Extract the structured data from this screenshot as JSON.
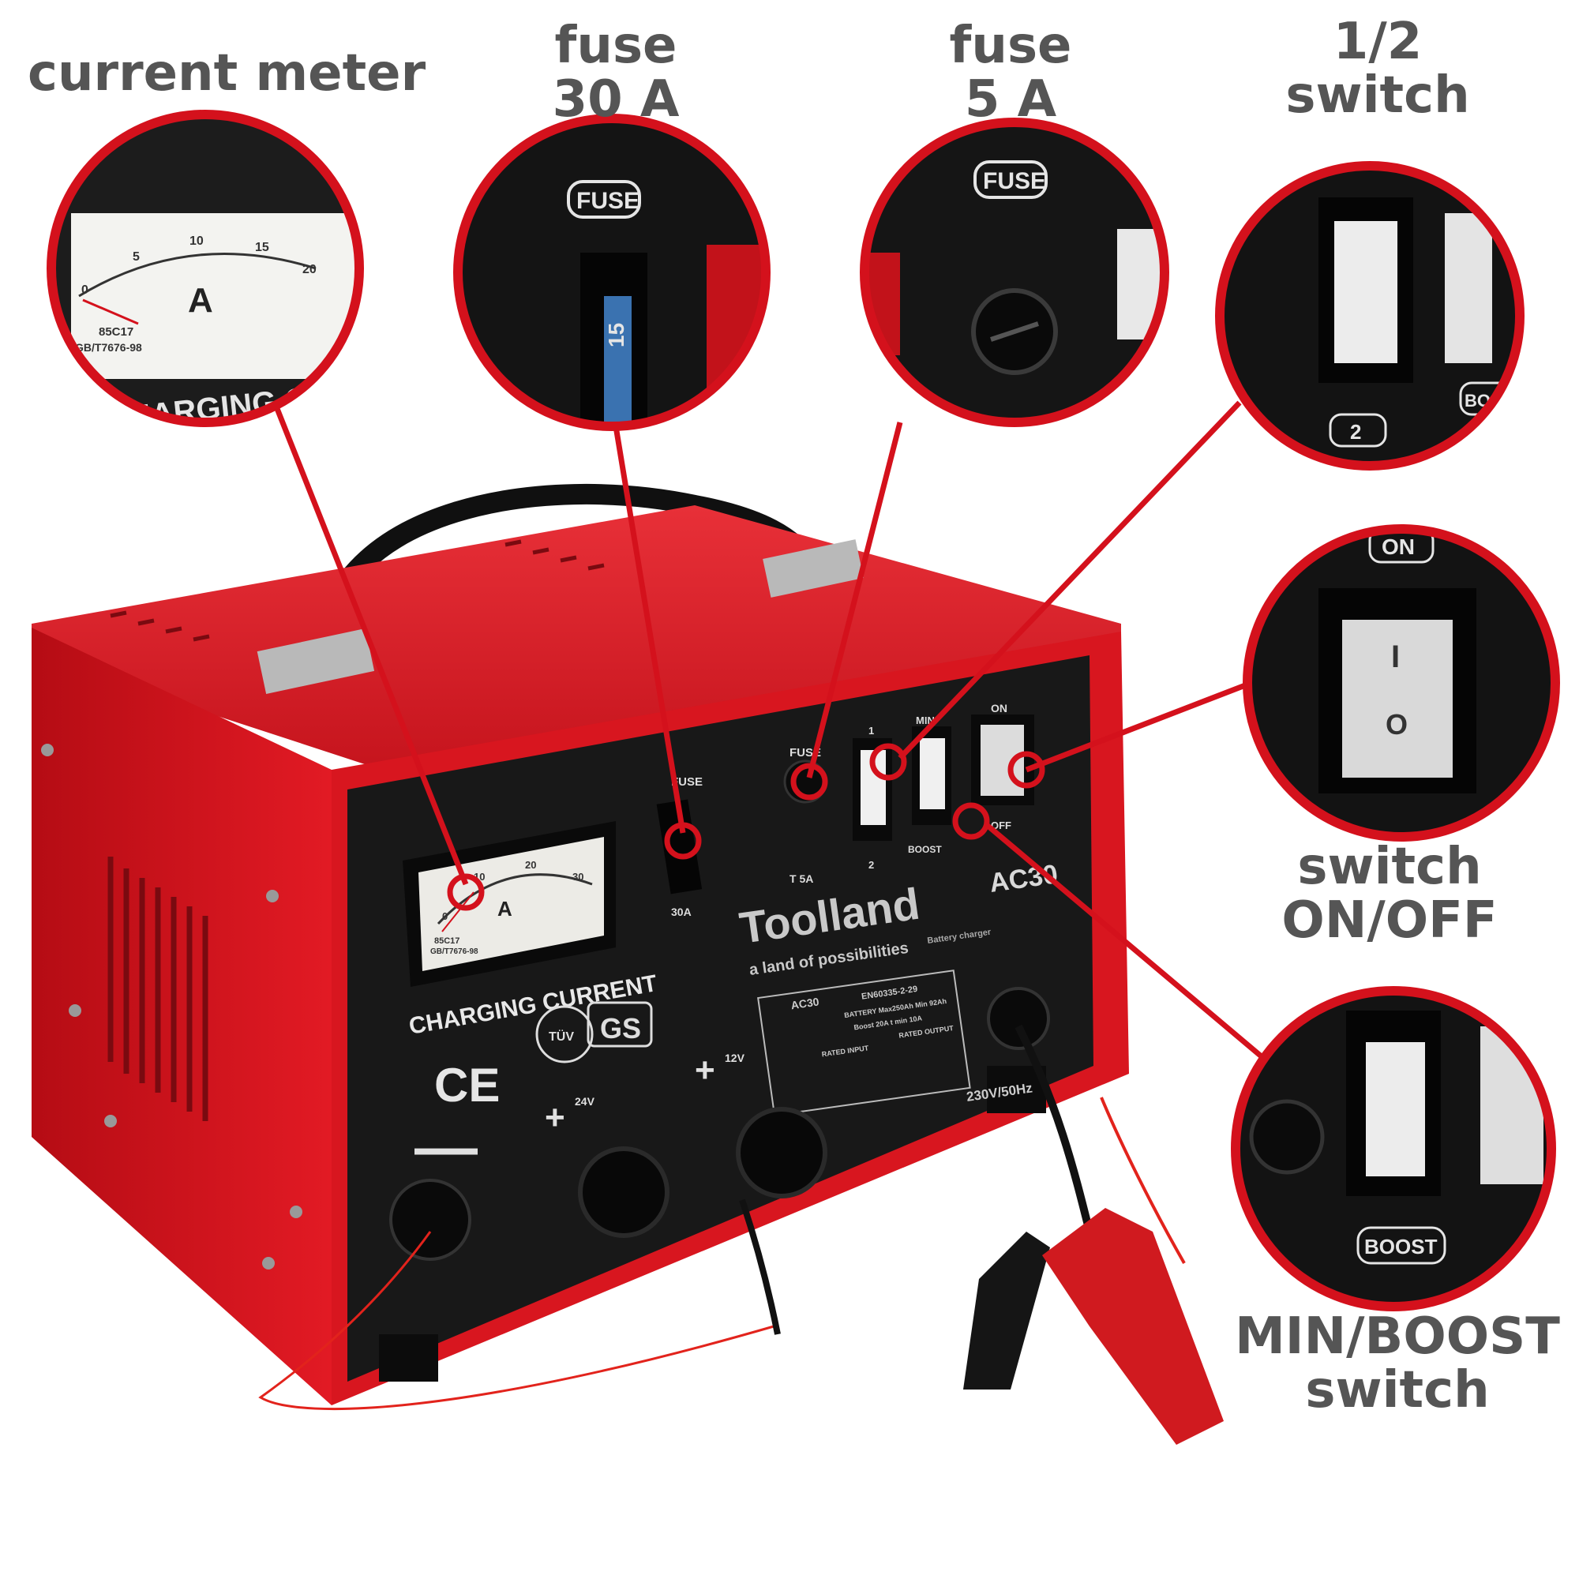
{
  "labels": {
    "current_meter": "current meter",
    "fuse30": [
      "fuse",
      "30 A"
    ],
    "fuse5": [
      "fuse",
      "5 A"
    ],
    "half_switch": [
      "1/2",
      "switch"
    ],
    "onoff": [
      "switch",
      "ON/OFF"
    ],
    "boost": [
      "MIN/BOOST",
      "switch"
    ]
  },
  "device": {
    "panel_label": "CHARGING CURRENT",
    "meter_unit": "A",
    "meter_scale": [
      "0",
      "10",
      "20",
      "30"
    ],
    "meter_model": "85C17",
    "meter_standard": "GB/T7676-98",
    "brand": "Toolland",
    "slogan": "a land of possibilities",
    "subtitle": "Battery charger",
    "model": "AC30",
    "standard": "EN60335-2-29",
    "battery": "BATTERY Max250Ah Min 92Ah",
    "boost_spec": "Boost 20A   t min 10A",
    "rated_input": "RATED INPUT",
    "rated_output": "RATED OUTPUT",
    "mains": "230V/50Hz",
    "fuse_label": "FUSE",
    "fuse30_tag": "30A",
    "fuse5_tag": "T 5A",
    "switch1_top": "1",
    "switch1_bottom": "2",
    "switch2_top": "MIN",
    "switch2_bottom": "BOOST",
    "switch3_top": "ON",
    "switch3_bottom": "OFF",
    "terminal_24v": "24V",
    "terminal_12v": "12V",
    "ce": "CE",
    "gs": "GS",
    "tuv": "TÜV"
  },
  "zoom": {
    "meter_scale": [
      "0",
      "5",
      "10",
      "15",
      "20"
    ],
    "meter_unit": "A",
    "meter_model": "85C17",
    "meter_standard": "GB/T7676-98",
    "meter_caption": "CHARGING CURR",
    "fuse_label": "FUSE",
    "fuse_value": "15",
    "fuse5_label": "FUSE",
    "switch_tag": "2",
    "boost_tag_partial": "BOOS",
    "on_tag": "ON",
    "rocker_i": "I",
    "rocker_o": "O",
    "boost_tag": "BOOST"
  },
  "colors": {
    "accent_red": "#d4111c",
    "label_gray": "#555555",
    "body_red": "#d8161f",
    "panel_black": "#181818"
  }
}
